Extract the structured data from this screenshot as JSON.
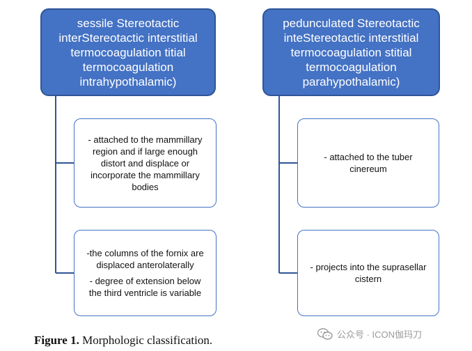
{
  "diagram": {
    "left": {
      "header_lines": [
        "sessile Stereotactic",
        "interStereotactic interstitial",
        "termocoagulation titial",
        "termocoagulation",
        "intrahypothalamic)"
      ],
      "children": [
        {
          "lines": [
            "- attached to the mammillary",
            "region and if large enough",
            "distort and displace or",
            "incorporate the mammillary",
            "bodies"
          ]
        },
        {
          "lines": [
            "-the columns of the fornix are",
            "displaced anterolaterally",
            "- degree of extension below",
            "the third ventricle is variable"
          ]
        }
      ]
    },
    "right": {
      "header_lines": [
        "pedunculated Stereotactic",
        "inteStereotactic interstitial",
        "termocoagulation stitial",
        "termocoagulation",
        "parahypothalamic)"
      ],
      "children": [
        {
          "lines": [
            "- attached to the tuber",
            "cinereum"
          ]
        },
        {
          "lines": [
            "- projects into the suprasellar",
            "cistern"
          ]
        }
      ]
    },
    "colors": {
      "header_fill": "#4472c4",
      "header_border": "#2f5597",
      "child_border": "#4472c4",
      "connector": "#2f5597"
    }
  },
  "caption": {
    "label": "Figure 1.",
    "text": " Morphologic classification."
  },
  "watermark": {
    "icon": "wechat-icon",
    "text": "公众号 · ICON伽玛刀"
  }
}
